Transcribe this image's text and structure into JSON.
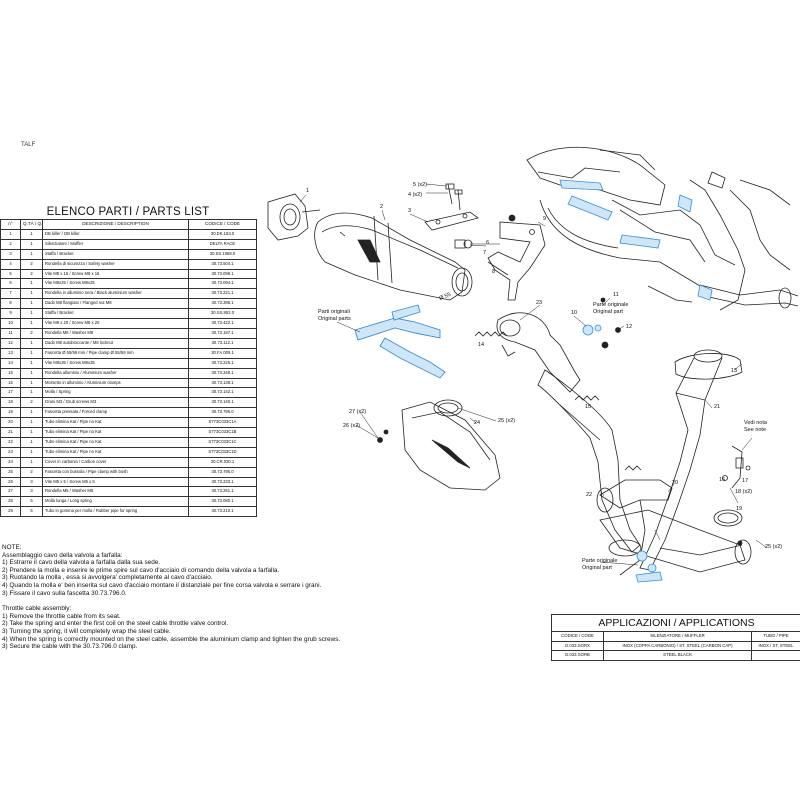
{
  "code_tag": "TALF",
  "parts_list": {
    "title": "ELENCO PARTI / PARTS LIST",
    "headers": [
      "n°",
      "Q.TÀ / Q.TY",
      "DESCRIZIONE / DESCRIPTION",
      "CODICE / CODE"
    ],
    "rows": [
      [
        "1",
        "1",
        "DB killer / DB killer",
        "30.DK.153.0"
      ],
      [
        "2",
        "1",
        "Silenziatore / Muffler",
        "DELTA RACE"
      ],
      [
        "3",
        "1",
        "Staffa / Bracket",
        "30.SS.1088.0"
      ],
      [
        "4",
        "2",
        "Rondella di sicurezza / Safety washer",
        "30.73.504.1"
      ],
      [
        "5",
        "2",
        "Vite M8 x 16 / Screw M8 x 16",
        "30.73.098.1"
      ],
      [
        "6",
        "1",
        "Vite M8x25 / Screw M8x25",
        "30.73.094.1"
      ],
      [
        "7",
        "1",
        "Rondella in alluminio nera / Black aluminium washer",
        "30.73.221.1"
      ],
      [
        "8",
        "1",
        "Dado M8 flangiato / Flanged nut M8",
        "30.73.395.1"
      ],
      [
        "9",
        "1",
        "Staffa / Bracket",
        "30.SS.952.0"
      ],
      [
        "10",
        "1",
        "Vite M8 x 20 / Screw M8 x 20",
        "30.73.422.1"
      ],
      [
        "11",
        "2",
        "Rondella M8 / Washer M8",
        "30.73.187.1"
      ],
      [
        "12",
        "1",
        "Dado M8 autobloccante / M8 locknut",
        "30.73.112.1"
      ],
      [
        "13",
        "1",
        "Fascetta Ø 55/59 mm / Pipe clamp Ø 55/59 mm",
        "30.FA.009.1"
      ],
      [
        "14",
        "1",
        "Vite M8x35 / Screw M8x35",
        "30.73.225.1"
      ],
      [
        "15",
        "1",
        "Rondella alluminio / Aluminium washer",
        "30.73.348.1"
      ],
      [
        "16",
        "1",
        "Morsetto in alluminio / Aluminium clamps",
        "30.73.138.1"
      ],
      [
        "17",
        "1",
        "Molla / Spring",
        "30.73.142.1"
      ],
      [
        "18",
        "2",
        "Grani M3 / Grub screws M3",
        "30.73.140.1"
      ],
      [
        "19",
        "1",
        "Fascetta pressata / Forced clamp",
        "30.73.796.0"
      ],
      [
        "20",
        "1",
        "Tubo elimina Kat / Pipe no Kat",
        "S773C033C1A"
      ],
      [
        "21",
        "1",
        "Tubo elimina Kat / Pipe no Kat",
        "S773C033C1B"
      ],
      [
        "22",
        "1",
        "Tubo elimina Kat / Pipe no Kat",
        "S773C033C1C"
      ],
      [
        "23",
        "1",
        "Tubo elimina Kat / Pipe no Kat",
        "S773C033C1D"
      ],
      [
        "24",
        "1",
        "Cover in carbonio / Carbon cover",
        "30.CR.030.1"
      ],
      [
        "25",
        "2",
        "Fascetta con bussola / Pipe clamp with bush",
        "30.73.795.0"
      ],
      [
        "26",
        "3",
        "Vite M5 x 5 / Screw M5 x 5",
        "30.73.233.1"
      ],
      [
        "27",
        "3",
        "Rondella M5 / Washer M5",
        "30.73.251.1"
      ],
      [
        "28",
        "5",
        "Molla lunga / Long spring",
        "30.73.080.1"
      ],
      [
        "29",
        "5",
        "Tubo in gomma per molla / Rubber pipe for spring",
        "30.73.210.1"
      ]
    ]
  },
  "notes": {
    "heading": "NOTE:",
    "it_title": "Assemblaggio cavo della valvola a farfalla:",
    "it_steps": [
      "1) Estrarre il cavo della valvola a farfalla dalla sua sede.",
      "2) Prendere la molla e inserire le prime spire sul cavo d'acciaio di comando della valvola a farfalla.",
      "3) Ruotando la molla , essa si avvolgera' completamente al cavo d'acciaio.",
      "4) Quando la molla e' ben inserita sul cavo d'acciaio montare il distanziale per fine corsa valvola e serrare i grani.",
      "3) Fissare il cavo sulla fascetta 30.73.796.0."
    ],
    "en_title": "Throttle cable assembly:",
    "en_steps": [
      "1) Remove the throttle cable from its seat.",
      "2) Take the spring and enter the first coil on the steel cable throttle valve control.",
      "3) Turning the spring, it will completely wrap the steel cable.",
      "4) When the spring is correctly mounted on the steel cable, assemble the aluminium clamp and tighten the grub screws.",
      "3) Secure the cable with the 30.73.796.0 clamp."
    ]
  },
  "applications": {
    "title": "APPLICAZIONI / APPLICATIONS",
    "headers": [
      "CODICE / CODE",
      "SILENZIATORE / MUFFLER",
      "TUBO / PIPE"
    ],
    "rows": [
      [
        "D.033.SORX",
        "INOX (COPPA CARBONIO) / ST. STEEL (CARBON CAP)",
        "INOX / ST. STEEL"
      ],
      [
        "D.033.SORB",
        "STEEL BLACK",
        ""
      ]
    ]
  },
  "callouts": {
    "n1": "1",
    "n2": "2",
    "n3": "3",
    "n4": "4 (x2)",
    "n5": "5 (x2)",
    "n6": "6",
    "n7": "7",
    "n8": "8",
    "n9": "9",
    "n10": "10",
    "n11": "11",
    "n12": "12",
    "n13": "13",
    "n14": "14",
    "n15": "15",
    "n16": "16",
    "n17": "17",
    "n18": "18 (x2)",
    "n19": "19",
    "n20": "20",
    "n21": "21",
    "n22": "22",
    "n23": "23",
    "n24": "24",
    "n25a": "25 (x2)",
    "n25b": "25 (x2)",
    "n26": "26 (x2)",
    "n27": "27 (x2)",
    "orig1_it": "Parti originali",
    "orig1_en": "Original parts",
    "orig2_it": "Parte originale",
    "orig2_en": "Original part",
    "orig3_it": "Parte originale",
    "orig3_en": "Original part",
    "vedi_it": "Vedi nota",
    "vedi_en": "See note",
    "dia": "Ø 55"
  },
  "colors": {
    "line": "#222222",
    "highlight": "#3a8fd6",
    "highlight_fill": "#cfe6f7"
  }
}
